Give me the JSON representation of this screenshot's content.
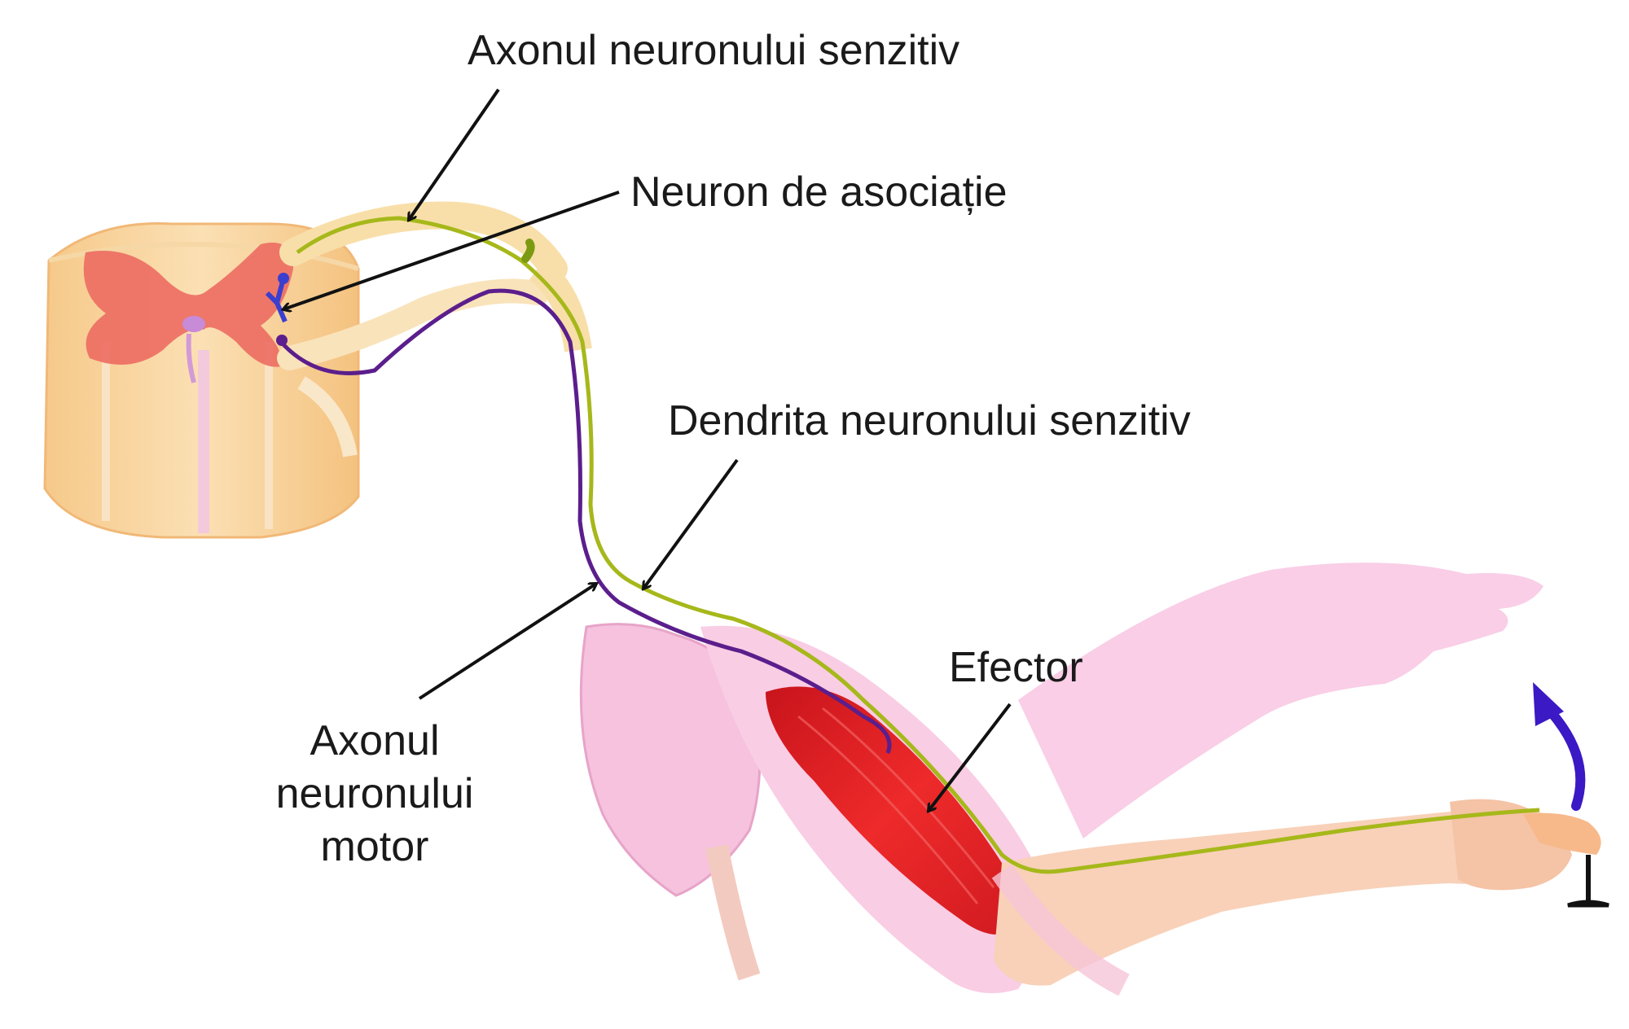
{
  "labels": {
    "sensory_axon": "Axonul neuronului senzitiv",
    "association_neuron": "Neuron de asociație",
    "sensory_dendrite": "Dendrita neuronului senzitiv",
    "motor_axon_line1": "Axonul",
    "motor_axon_line2": "neuronului",
    "motor_axon_line3": "motor",
    "effector": "Efector"
  },
  "colors": {
    "spinal_cord": "#f8cf93",
    "grey_matter": "#ec6b62",
    "sensory_neuron": "#a6b81a",
    "motor_neuron": "#5b1e8c",
    "muscle": "#e3242b",
    "arm_skin": "#f7bfdc",
    "movement_arrow": "#3b19c4",
    "annotation_arrow": "#111111"
  }
}
